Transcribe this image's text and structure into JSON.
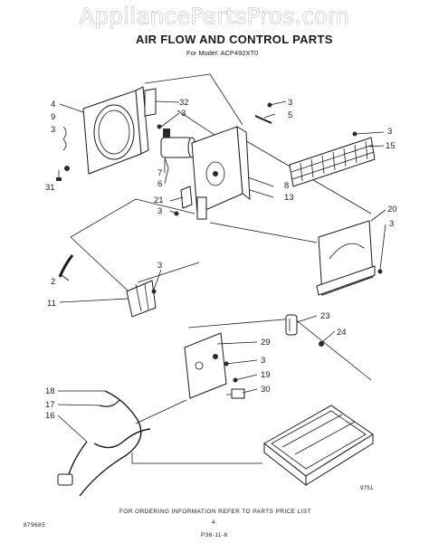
{
  "watermark": "AppliancePartsPros.com",
  "header": {
    "title": "AIR FLOW AND CONTROL PARTS",
    "model": "For Model: ACP492XT0"
  },
  "callouts": [
    "4",
    "9",
    "3",
    "31",
    "32",
    "3",
    "7",
    "6",
    "3",
    "5",
    "3",
    "15",
    "8",
    "13",
    "21",
    "3",
    "20",
    "3",
    "2",
    "3",
    "11",
    "23",
    "24",
    "29",
    "3",
    "19",
    "30",
    "18",
    "17",
    "16"
  ],
  "figure_code": "9751",
  "footer": {
    "left_code": "879685",
    "ordering_note": "FOR ORDERING INFORMATION REFER TO PARTS PRICE LIST",
    "page_number": "4",
    "page_code": "P36-11-6"
  }
}
